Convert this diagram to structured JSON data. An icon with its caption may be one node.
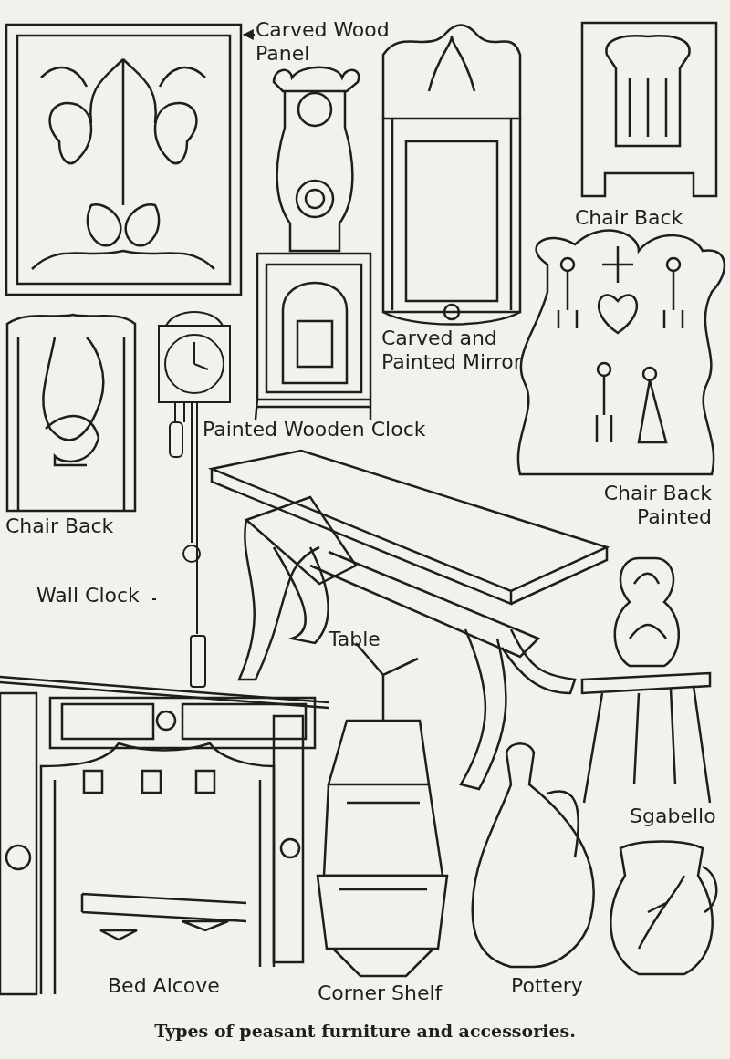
{
  "diagram": {
    "caption": "Types of peasant furniture and accessories.",
    "nodes": [
      {
        "text": [
          "Carved Wood Panel"
        ]
      },
      {
        "text": [],
        "shape": "picture"
      },
      {
        "text": [
          "Wall Clock"
        ]
      },
      {
        "text": [],
        "shape": "picture"
      }
    ],
    "edges": [
      {
        "from": 0,
        "to": 1,
        "arrow": "to"
      },
      {
        "from": 2,
        "to": 3,
        "arrow": "none"
      }
    ],
    "labels": [
      "Chair Back",
      "Carved and Painted Mirror",
      "Painted Wooden Clock",
      "Chair Back",
      "Chair Back Painted",
      "Table",
      "Sgabello",
      "Bed Alcove",
      "Corner Shelf",
      "Pottery"
    ]
  }
}
